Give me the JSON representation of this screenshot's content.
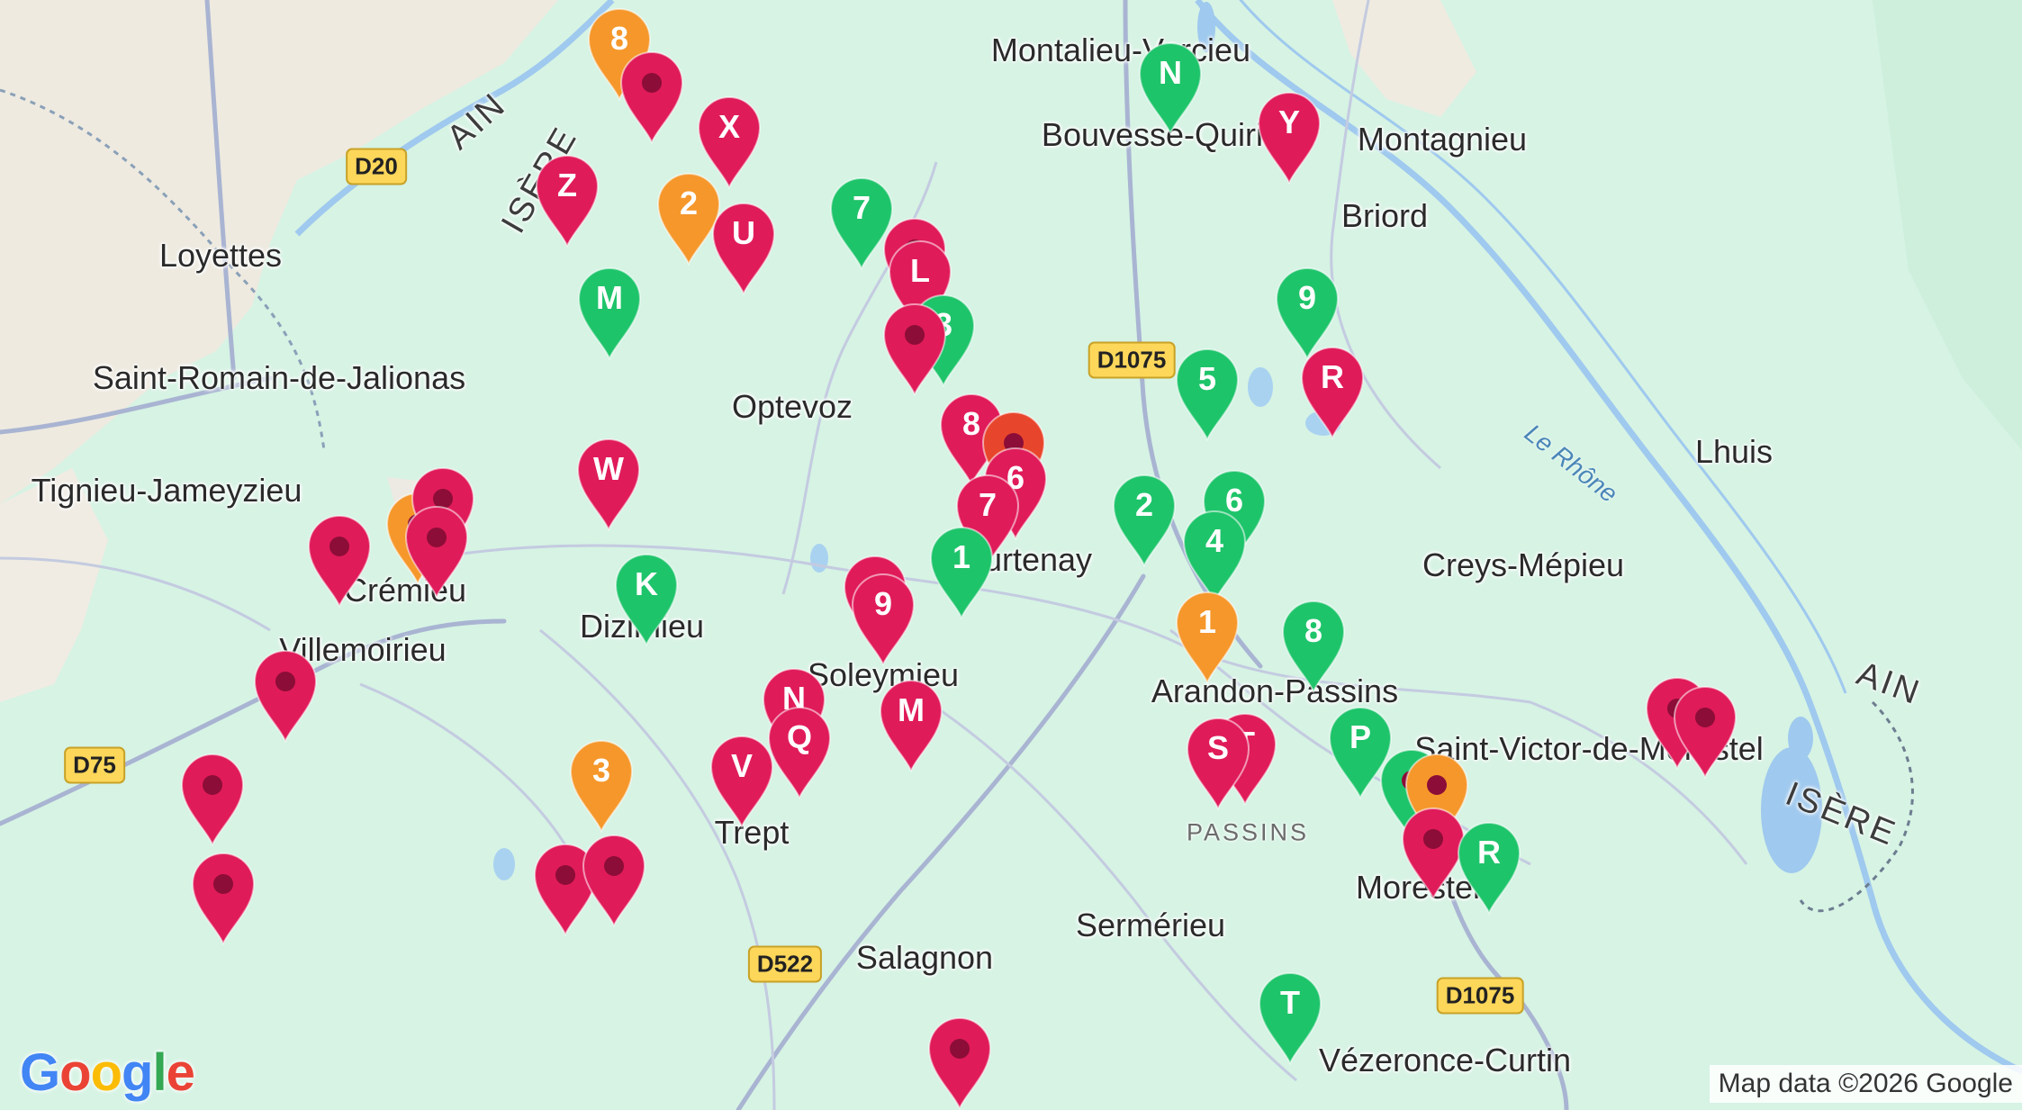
{
  "colors": {
    "crimson": "#e01b5a",
    "green": "#1ec46a",
    "orange": "#f5972b",
    "red": "#e8462c"
  },
  "towns": [
    {
      "id": "montalieu",
      "label": "Montalieu-Vercieu"
    },
    {
      "id": "bouvesse",
      "label": "Bouvesse-Quirieu"
    },
    {
      "id": "montagnieu",
      "label": "Montagnieu"
    },
    {
      "id": "briord",
      "label": "Briord"
    },
    {
      "id": "loyettes",
      "label": "Loyettes"
    },
    {
      "id": "saint-romain",
      "label": "Saint-Romain-de-Jalionas"
    },
    {
      "id": "optevoz",
      "label": "Optevoz"
    },
    {
      "id": "lhuis",
      "label": "Lhuis"
    },
    {
      "id": "tignieu",
      "label": "Tignieu-Jameyzieu"
    },
    {
      "id": "cremieu",
      "label": "Crémieu"
    },
    {
      "id": "courtenay",
      "label": "Courtenay"
    },
    {
      "id": "creys",
      "label": "Creys-Mépieu"
    },
    {
      "id": "dizimieu",
      "label": "Dizimieu"
    },
    {
      "id": "villemoirieu",
      "label": "Villemoirieu"
    },
    {
      "id": "soleymieu",
      "label": "Soleymieu"
    },
    {
      "id": "arandon",
      "label": "Arandon-Passins"
    },
    {
      "id": "saint-victor",
      "label": "Saint-Victor-de-Morestel"
    },
    {
      "id": "trept",
      "label": "Trept"
    },
    {
      "id": "morestel",
      "label": "Morestel"
    },
    {
      "id": "sermerieu",
      "label": "Sermérieu"
    },
    {
      "id": "salagnon",
      "label": "Salagnon"
    },
    {
      "id": "vezeronce",
      "label": "Vézeronce-Curtin"
    }
  ],
  "minor_places": [
    {
      "id": "passins",
      "label": "PASSINS"
    }
  ],
  "regions": [
    {
      "id": "ain-nw",
      "label": "AIN"
    },
    {
      "id": "isere-nw",
      "label": "ISÈRE"
    },
    {
      "id": "ain-e",
      "label": "AIN"
    },
    {
      "id": "isere-e",
      "label": "ISÈRE"
    }
  ],
  "rivers": [
    {
      "id": "rhone",
      "label": "Le Rhône"
    }
  ],
  "roads": [
    {
      "id": "d20",
      "label": "D20"
    },
    {
      "id": "d1075-n",
      "label": "D1075"
    },
    {
      "id": "d75",
      "label": "D75"
    },
    {
      "id": "d522",
      "label": "D522"
    },
    {
      "id": "d1075-s",
      "label": "D1075"
    }
  ],
  "markers": [
    {
      "label": "8",
      "color": "orange"
    },
    {
      "label": "",
      "color": "crimson"
    },
    {
      "label": "N",
      "color": "green"
    },
    {
      "label": "Y",
      "color": "crimson"
    },
    {
      "label": "X",
      "color": "crimson"
    },
    {
      "label": "Z",
      "color": "crimson"
    },
    {
      "label": "2",
      "color": "orange"
    },
    {
      "label": "U",
      "color": "crimson"
    },
    {
      "label": "7",
      "color": "green"
    },
    {
      "label": "",
      "color": "crimson"
    },
    {
      "label": "M",
      "color": "green"
    },
    {
      "label": "L",
      "color": "crimson"
    },
    {
      "label": "3",
      "color": "green"
    },
    {
      "label": "9",
      "color": "green"
    },
    {
      "label": "",
      "color": "crimson"
    },
    {
      "label": "5",
      "color": "green"
    },
    {
      "label": "R",
      "color": "crimson"
    },
    {
      "label": "8",
      "color": "crimson"
    },
    {
      "label": "",
      "color": "red"
    },
    {
      "label": "6",
      "color": "crimson"
    },
    {
      "label": "W",
      "color": "crimson"
    },
    {
      "label": "7",
      "color": "crimson"
    },
    {
      "label": "",
      "color": "orange"
    },
    {
      "label": "",
      "color": "crimson"
    },
    {
      "label": "",
      "color": "crimson"
    },
    {
      "label": "",
      "color": "crimson"
    },
    {
      "label": "2",
      "color": "green"
    },
    {
      "label": "6",
      "color": "green"
    },
    {
      "label": "1",
      "color": "green"
    },
    {
      "label": "4",
      "color": "green"
    },
    {
      "label": "K",
      "color": "green"
    },
    {
      "label": "",
      "color": "crimson"
    },
    {
      "label": "9",
      "color": "crimson"
    },
    {
      "label": "1",
      "color": "orange"
    },
    {
      "label": "8",
      "color": "green"
    },
    {
      "label": "",
      "color": "crimson"
    },
    {
      "label": "N",
      "color": "crimson"
    },
    {
      "label": "M",
      "color": "crimson"
    },
    {
      "label": "Q",
      "color": "crimson"
    },
    {
      "label": "",
      "color": "crimson"
    },
    {
      "label": "",
      "color": "crimson"
    },
    {
      "label": "3",
      "color": "orange"
    },
    {
      "label": "V",
      "color": "crimson"
    },
    {
      "label": "T",
      "color": "crimson"
    },
    {
      "label": "S",
      "color": "crimson"
    },
    {
      "label": "P",
      "color": "green"
    },
    {
      "label": "",
      "color": "green"
    },
    {
      "label": "",
      "color": "orange"
    },
    {
      "label": "",
      "color": "crimson"
    },
    {
      "label": "R",
      "color": "green"
    },
    {
      "label": "",
      "color": "crimson"
    },
    {
      "label": "",
      "color": "crimson"
    },
    {
      "label": "",
      "color": "crimson"
    },
    {
      "label": "",
      "color": "crimson"
    },
    {
      "label": "T",
      "color": "green"
    },
    {
      "label": "",
      "color": "crimson"
    }
  ],
  "logo": {
    "l1": "G",
    "l2": "o",
    "l3": "o",
    "l4": "g",
    "l5": "l",
    "l6": "e"
  },
  "attribution": "Map data ©2026 Google"
}
